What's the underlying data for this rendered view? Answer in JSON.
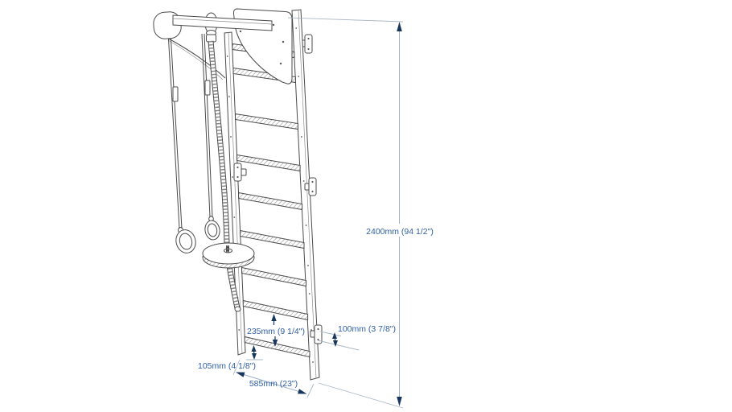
{
  "diagram": {
    "type": "technical-drawing",
    "subject": "wall bars with pull-up unit, gymnastic rings, climbing rope and disc seat",
    "dimensions": {
      "height": {
        "label": "2400mm (94 1/2\")"
      },
      "depth": {
        "label": "100mm (3 7/8\")"
      },
      "rung_spacing": {
        "label": "235mm (9 1/4\")"
      },
      "bottom_clearance": {
        "label": "105mm (4 1/8\")"
      },
      "width": {
        "label": "585mm (23\")"
      }
    },
    "colors": {
      "background": "#FFFFFF",
      "line_art": "#4B4B4B",
      "dimension_text": "#2E5FA6",
      "dimension_arrow": "#17375E",
      "dimension_line": "#9FB3C8",
      "extension_line": "#AAB8C6"
    }
  }
}
